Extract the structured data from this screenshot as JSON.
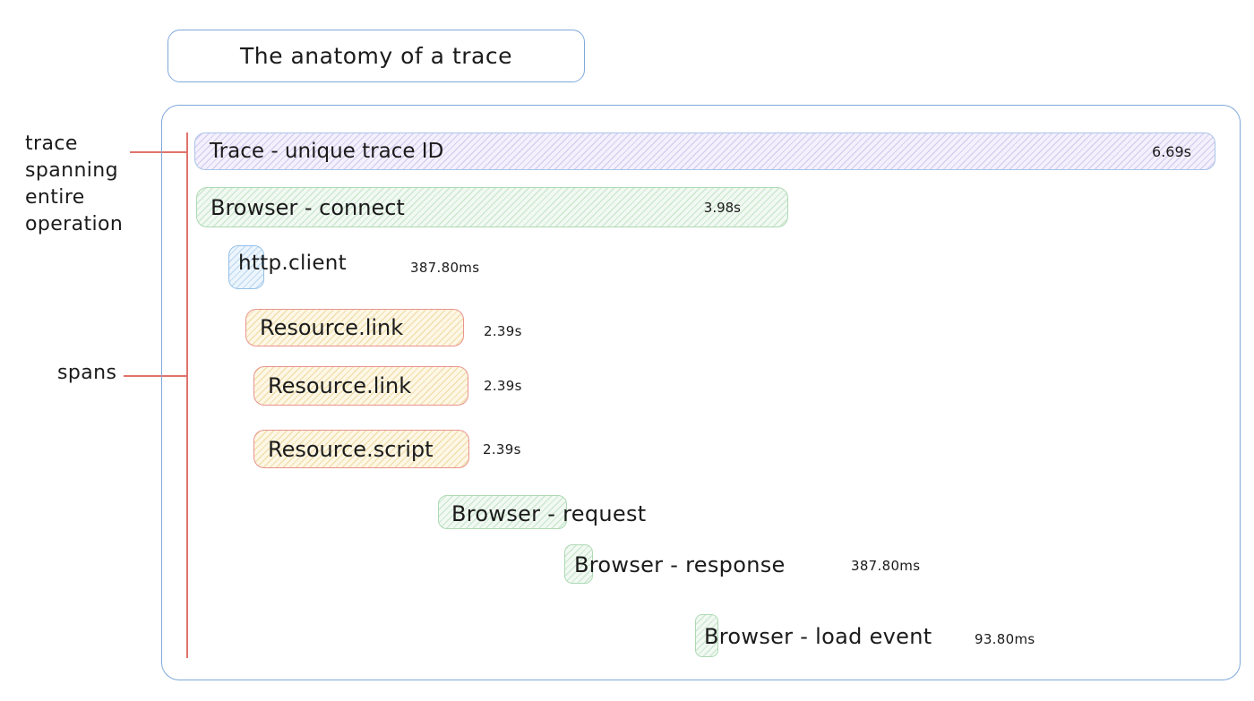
{
  "title": "The anatomy of a trace",
  "annotations": {
    "trace": "trace\nspanning\nentire\noperation",
    "spans": "spans"
  },
  "trace_bar": {
    "label": "Trace - unique trace ID",
    "duration": "6.69s"
  },
  "spans": [
    {
      "label": "Browser - connect",
      "duration": "3.98s"
    },
    {
      "label": "http.client",
      "duration": "387.80ms"
    },
    {
      "label": "Resource.link",
      "duration": "2.39s"
    },
    {
      "label": "Resource.link",
      "duration": "2.39s"
    },
    {
      "label": "Resource.script",
      "duration": "2.39s"
    },
    {
      "label": "Browser - request"
    },
    {
      "label": "Browser - response",
      "duration": "387.80ms"
    },
    {
      "label": "Browser - load event",
      "duration": "93.80ms"
    }
  ],
  "colors": {
    "trace_fill": "#f4f1fc",
    "trace_border": "#a9c4e9",
    "green_fill": "#f1f9f2",
    "green_border": "#aed9b5",
    "yellow_fill": "#fdf7e6",
    "yellow_border": "#e9948d",
    "blue_fill": "#edf5fc",
    "blue_border": "#92bfe7",
    "container_border": "#7fa8da",
    "annotation_line": "#e0736c",
    "text": "#1b1b1b"
  }
}
